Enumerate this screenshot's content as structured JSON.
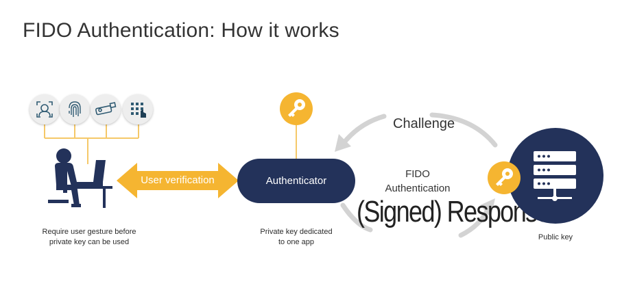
{
  "title": "FIDO Authentication: How it works",
  "verification_methods": [
    {
      "name": "face-recognition-icon"
    },
    {
      "name": "fingerprint-icon"
    },
    {
      "name": "usb-security-key-icon"
    },
    {
      "name": "pin-keypad-icon"
    }
  ],
  "user": {
    "icon": "user-at-laptop-icon",
    "caption_line1": "Require user gesture before",
    "caption_line2": "private key can be used"
  },
  "user_verification_label": "User verification",
  "authenticator": {
    "label": "Authenticator",
    "key_icon": "key-icon",
    "caption_line1": "Private key dedicated",
    "caption_line2": "to one app"
  },
  "protocol": {
    "challenge_label": "Challenge",
    "fido_label_line1": "FIDO",
    "fido_label_line2": "Authentication",
    "response_label": "(Signed) Response"
  },
  "server": {
    "icon": "server-icon",
    "key_icon": "key-icon",
    "caption": "Public key"
  },
  "colors": {
    "navy": "#23325a",
    "gold": "#f5b531",
    "arrow_gray": "#d3d3d3",
    "connector": "#f5c868"
  }
}
